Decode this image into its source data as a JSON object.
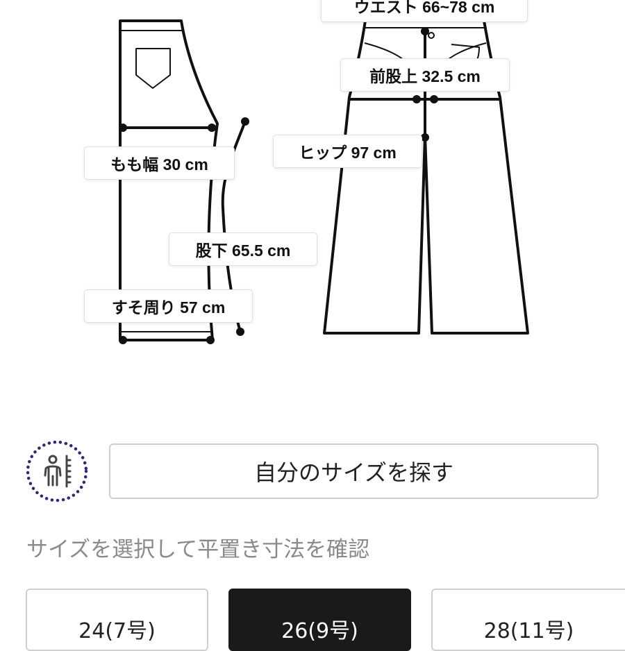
{
  "measurements": {
    "waist": "ウエスト 66~78 cm",
    "front_rise": "前股上 32.5 cm",
    "hip": "ヒップ 97 cm",
    "thigh": "もも幅 30 cm",
    "inseam": "股下 65.5 cm",
    "hem": "すそ周り 57 cm"
  },
  "finder": {
    "icon": "body-measure-icon",
    "button_label": "自分のサイズを探す"
  },
  "size_select": {
    "instruction": "サイズを選択して平置き寸法を確認",
    "options": [
      {
        "label": "24(7号)",
        "selected": false
      },
      {
        "label": "26(9号)",
        "selected": true
      },
      {
        "label": "28(11号)",
        "selected": false
      }
    ]
  },
  "colors": {
    "line": "#111111",
    "dotted_ring": "#2a2a7a",
    "selected_bg": "#1a1a1a",
    "muted_text": "#8a8a8a"
  }
}
